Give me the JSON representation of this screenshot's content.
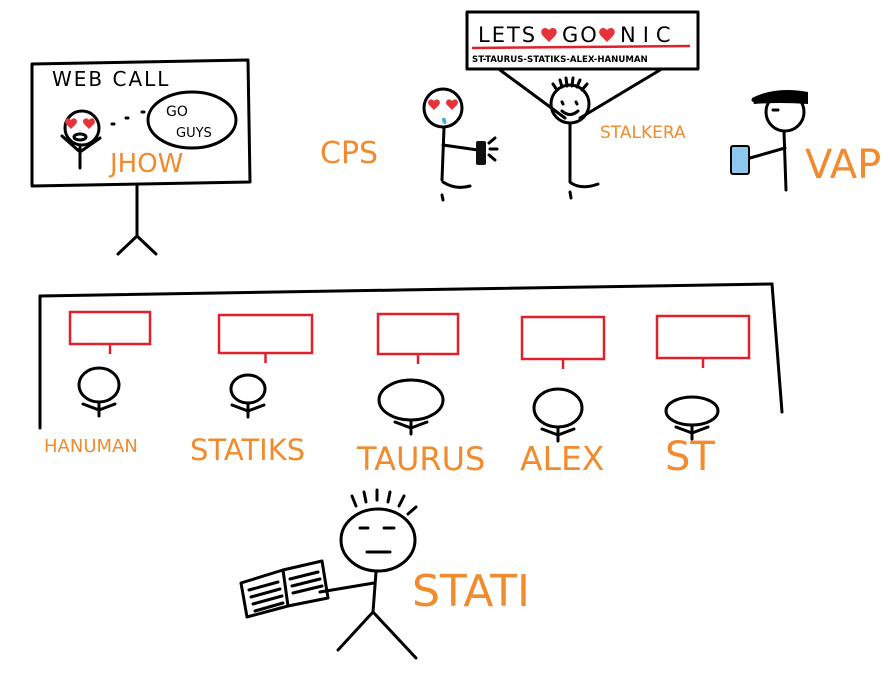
{
  "colors": {
    "ink": "#000000",
    "orange": "#f28a2e",
    "red": "#e0202a"
  },
  "webcall": {
    "title": "WEB CALL",
    "bubble_line1": "GO",
    "bubble_line2": "GUYS",
    "name": "JHOW"
  },
  "banner": {
    "line1_a": "LETS",
    "line1_b": "GO",
    "line1_c": "NIC",
    "line2": "ST-TAURUS-STATIKS-ALEX-HANUMAN"
  },
  "characters": {
    "cps": "CPS",
    "stalkera": "STALKERA",
    "vap": "VAP",
    "stati": "STATI"
  },
  "lineup": [
    "HANUMAN",
    "STATIKS",
    "TAURUS",
    "ALEX",
    "ST"
  ]
}
